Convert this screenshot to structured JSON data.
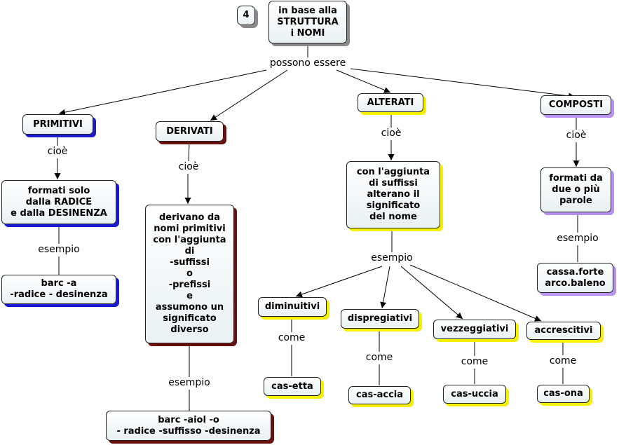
{
  "map": {
    "number": "4",
    "root": "in base alla\nSTRUTTURA\ni NOMI",
    "root_link": "possono essere",
    "categories": {
      "primitivi": "PRIMITIVI",
      "derivati": "DERIVATI",
      "alterati": "ALTERATI",
      "composti": "COMPOSTI"
    },
    "links": {
      "cioe": "cioè",
      "esempio": "esempio",
      "come": "come"
    },
    "definitions": {
      "primitivi": "formati solo\ndalla RADICE\ne dalla DESINENZA",
      "derivati": "derivano da\nnomi primitivi\ncon l'aggiunta\ndi\n-suffissi\no\n-prefissi\ne\nassumono un\nsignificato\ndiverso",
      "alterati": "con l'aggiunta\ndi suffissi\nalterano il\nsignificato\ndel nome",
      "composti": "formati da\ndue o più\nparole"
    },
    "examples": {
      "primitivi": "barc            -a\n-radice - desinenza",
      "derivati": "barc         -aiol                 -o\n- radice -suffisso -desinenza",
      "composti": "cassa.forte\narco.baleno"
    },
    "alterati_types": [
      {
        "label": "diminuitivi",
        "example": "cas-etta"
      },
      {
        "label": "dispregiativi",
        "example": "cas-accia"
      },
      {
        "label": "vezzeggiativi",
        "example": "cas-uccia"
      },
      {
        "label": "accrescitivi",
        "example": "cas-ona"
      }
    ],
    "colors": {
      "primitivi": "#1a1ad0",
      "derivati": "#6b0f0f",
      "alterati": "#f4f000",
      "composti": "#b892f0",
      "number_badge": "#8a8a8a"
    }
  }
}
